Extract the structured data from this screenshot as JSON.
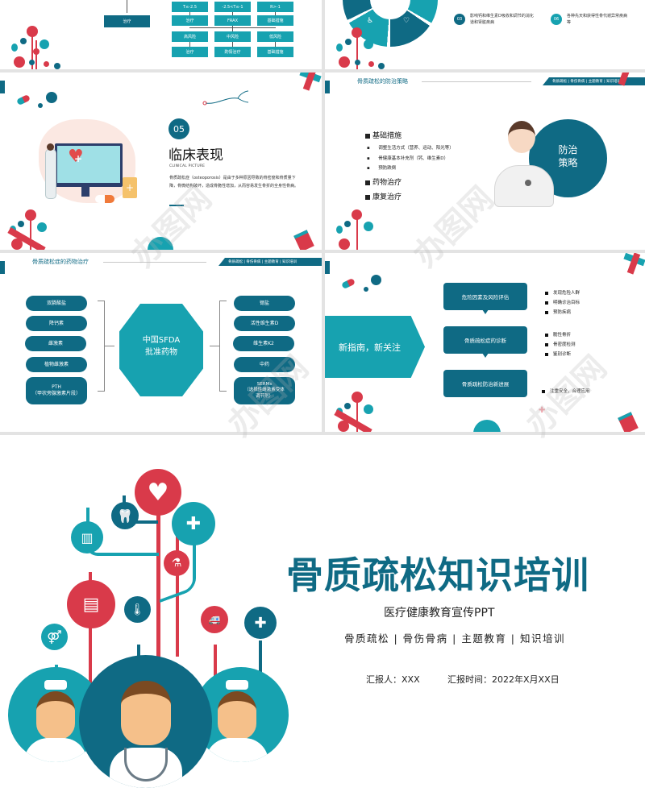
{
  "slides": {
    "slide1": {
      "left_box": "治疗",
      "flow_row1": [
        "T≤-2.5",
        "-2.5<T≤-1",
        "R>-1"
      ],
      "flow_row2": [
        "治疗",
        "FRAX",
        "基础措施"
      ],
      "flow_row3": [
        "高风险",
        "中风险",
        "低风险"
      ],
      "flow_row4": [
        "治疗",
        "酌情治疗",
        "基础措施"
      ]
    },
    "slide2": {
      "items": [
        {
          "num": "03",
          "text": "影响钙和维生素D吸收和调节的消化道和肾脏疾病"
        },
        {
          "num": "06",
          "text": "各种先天和获得性骨代谢异常疾病等"
        }
      ]
    },
    "slide3": {
      "number": "05",
      "title": "临床表现",
      "subtitle": "CLINICAL PICTURE",
      "body": "骨质疏松症（osteoporosis）是由于多种原因导致的骨密度和骨质量下降，骨微结构破坏，造成骨脆性增加，从而容易发生骨折的全身性骨病。"
    },
    "slide4": {
      "header_title": "骨质疏松的防治策略",
      "header_tags": "骨质疏松 | 骨伤骨病 | 主题教育 | 知识培训",
      "sections": [
        {
          "label": "基础措施",
          "subitems": [
            "调整生活方式（营养、运动、阳光等）",
            "骨健康基本补充剂（钙、维生素D）",
            "预防跌倒"
          ]
        },
        {
          "label": "药物治疗",
          "subitems": []
        },
        {
          "label": "康复治疗",
          "subitems": []
        }
      ],
      "circle_text": "防治\n策略",
      "circle_line1": "防治",
      "circle_line2": "策略"
    },
    "slide5": {
      "header_title": "骨质疏松症的药物治疗",
      "header_tags": "骨质疏松 | 骨伤骨病 | 主题教育 | 知识培训",
      "center_line1": "中国SFDA",
      "center_line2": "批准药物",
      "left_items": [
        "双膦酸盐",
        "降钙素",
        "雌激素",
        "植物雌激素",
        "PTH\n（甲状旁腺激素片段）"
      ],
      "left_item5_line1": "PTH",
      "left_item5_line2": "（甲状旁腺激素片段）",
      "right_items": [
        "锶盐",
        "活性维生素D",
        "维生素K2",
        "中药",
        "SERMs（选择性雌激素受体调节剂）"
      ],
      "right_item5_line1": "SERMs",
      "right_item5_line2": "（选择性雌激素受体",
      "right_item5_line3": "调节剂）"
    },
    "slide6": {
      "arrow_label": "新指南，新关注",
      "steps": [
        {
          "label": "危险因素及风险评估",
          "bullets": [
            "发现危险人群",
            "明确诊治目标",
            "预防疾病"
          ]
        },
        {
          "label": "骨质疏松症的诊断",
          "bullets": [
            "脆性骨折",
            "骨密度检测",
            "鉴别诊断"
          ]
        },
        {
          "label": "骨质疏松防治新进展",
          "bullets": [
            "注重安全，合理应用"
          ]
        }
      ]
    },
    "cover": {
      "title": "骨质疏松知识培训",
      "subtitle": "医疗健康教育宣传PPT",
      "tags": "骨质疏松 | 骨伤骨病 | 主题教育 | 知识培训",
      "reporter": "汇报人：XXX",
      "date": "汇报时间：2022年X月XX日"
    }
  },
  "colors": {
    "navy": "#0f6a84",
    "teal": "#17a2b0",
    "red": "#d93a4a"
  }
}
